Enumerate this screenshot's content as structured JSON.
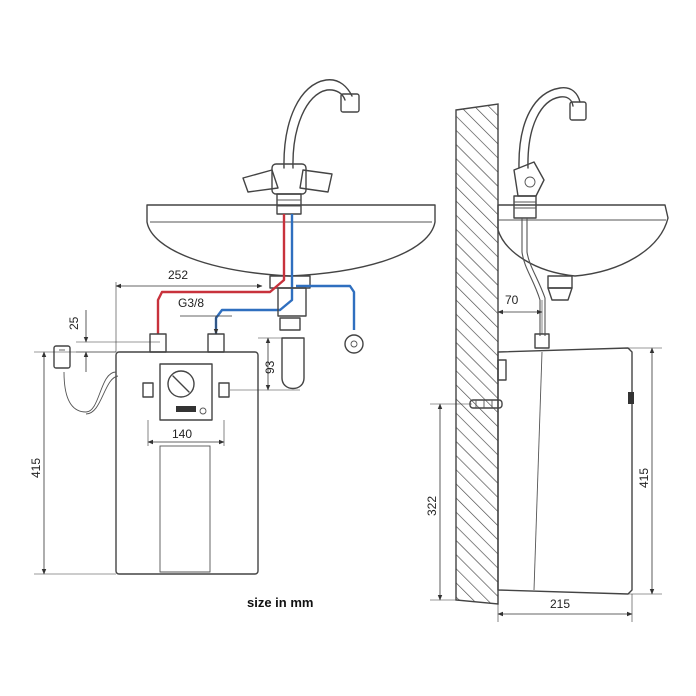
{
  "caption": "size in mm",
  "dimensions": {
    "inlet_spacing": "252",
    "thread": "G3/8",
    "top_offset": "25",
    "outlet_height": "93",
    "control_width": "140",
    "unit_height_front": "415",
    "wall_distance": "70",
    "mount_height": "322",
    "unit_height_side": "415",
    "unit_depth": "215"
  },
  "colors": {
    "hot_line": "#c8323c",
    "cold_line": "#2f6fbf",
    "line": "#444444"
  }
}
